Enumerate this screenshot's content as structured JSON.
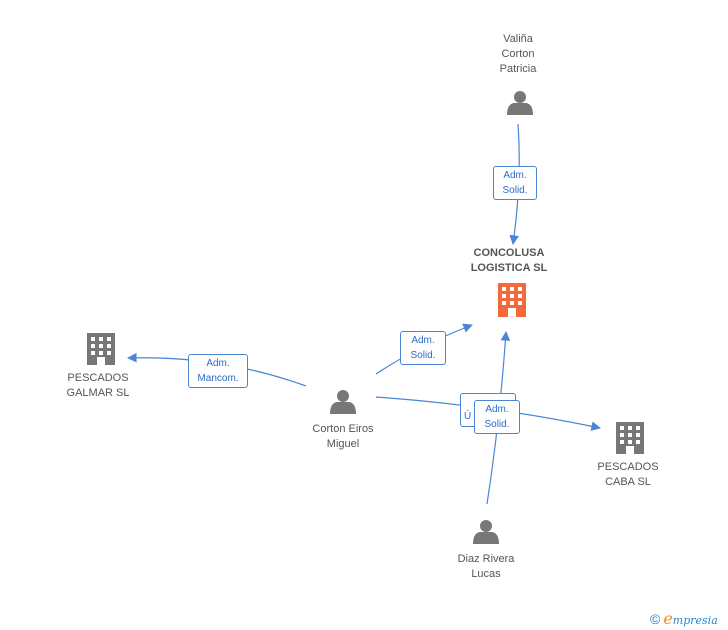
{
  "colors": {
    "edge": "#4a86d4",
    "person": "#777777",
    "company": "#777777",
    "company_main": "#f26a3a",
    "label_border": "#4a86d4",
    "label_text": "#2b6cc4"
  },
  "nodes": {
    "valina": {
      "label": "Valiña\nCorton\nPatricia",
      "type": "person",
      "icon": "person-icon"
    },
    "concolusa": {
      "label": "CONCOLUSA\nLOGISTICA SL",
      "type": "company-main",
      "icon": "building-icon"
    },
    "galmar": {
      "label": "PESCADOS\nGALMAR SL",
      "type": "company",
      "icon": "building-icon"
    },
    "corton_eiros": {
      "label": "Corton Eiros\nMiguel",
      "type": "person",
      "icon": "person-icon"
    },
    "caba": {
      "label": "PESCADOS\nCABA SL",
      "type": "company",
      "icon": "building-icon"
    },
    "diaz": {
      "label": "Diaz Rivera\nLucas",
      "type": "person",
      "icon": "person-icon"
    }
  },
  "edges": {
    "valina_concolusa": {
      "label": "Adm.\nSolid."
    },
    "corton_galmar": {
      "label": "Adm.\nMancom."
    },
    "corton_concolusa": {
      "label": "Adm.\nSolid."
    },
    "corton_caba": {
      "label": "Ú"
    },
    "diaz_concolusa": {
      "label": "Adm.\nSolid."
    }
  },
  "footer": {
    "copyright": "©",
    "brand_first": "e",
    "brand_rest": "mpresia"
  }
}
